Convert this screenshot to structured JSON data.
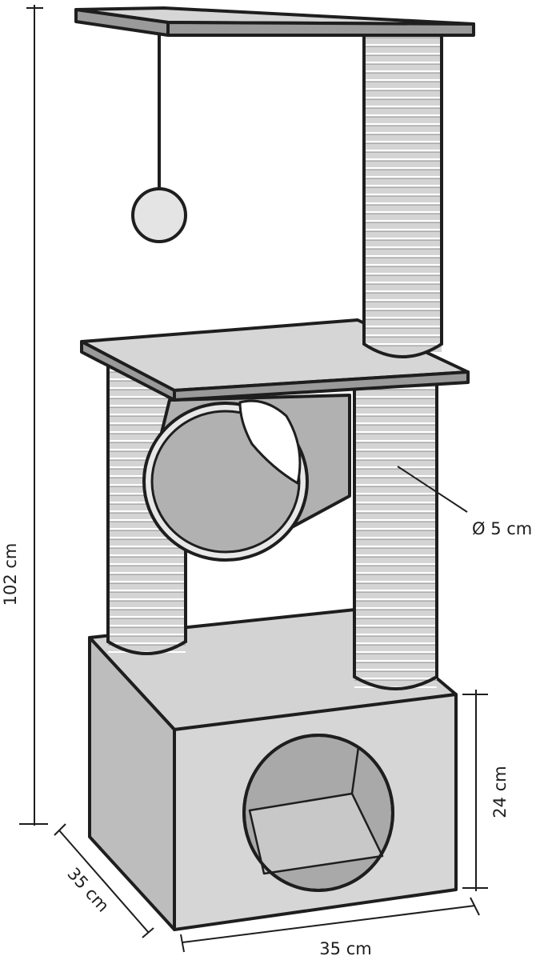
{
  "product": "cat scratching tree",
  "dimensions": {
    "total_height": "102 cm",
    "post_diameter": "Ø 5 cm",
    "box_height": "24 cm",
    "depth": "35 cm",
    "width": "35 cm"
  },
  "colors": {
    "line": "#1e1e1e",
    "board_top": "#d6d6d6",
    "board_edge": "#9a9a9a",
    "post": "#d4d4d4",
    "post_stripe": "#ffffff",
    "box_front": "#d6d6d6",
    "box_side": "#bdbdbd",
    "box_top": "#d3d3d3",
    "hole": "#a9a9a9",
    "hole_floor": "#c8c8c8",
    "ball": "#e4e4e4"
  }
}
